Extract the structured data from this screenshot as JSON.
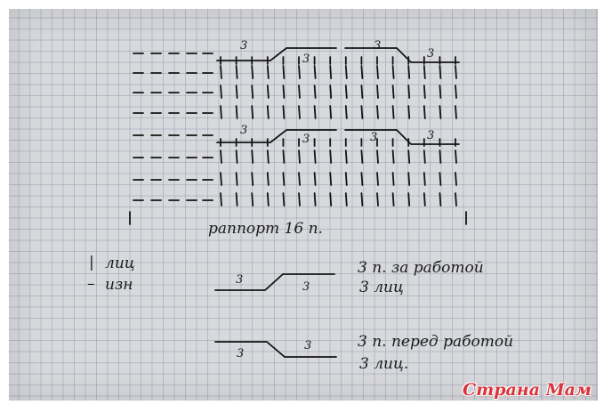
{
  "repeat": {
    "label": "раппорт 16 п."
  },
  "cable_numbers": [
    "3",
    "3",
    "3",
    "3"
  ],
  "legend": [
    {
      "symbol": "|",
      "text": "лиц"
    },
    {
      "symbol": "–",
      "text": "изн"
    }
  ],
  "cables": [
    {
      "left": "3",
      "right": "3",
      "desc_line1": "3 п. за работой",
      "desc_line2": "3 лиц"
    },
    {
      "left": "3",
      "right": "3",
      "desc_line1": "3 п. перед работой",
      "desc_line2": "3 лиц."
    }
  ],
  "watermark": "Страна Мам",
  "colors": {
    "ink": "#141414",
    "paper": "#d8d9dd",
    "grid": "#8c96a8",
    "watermark": "#d8343a"
  }
}
